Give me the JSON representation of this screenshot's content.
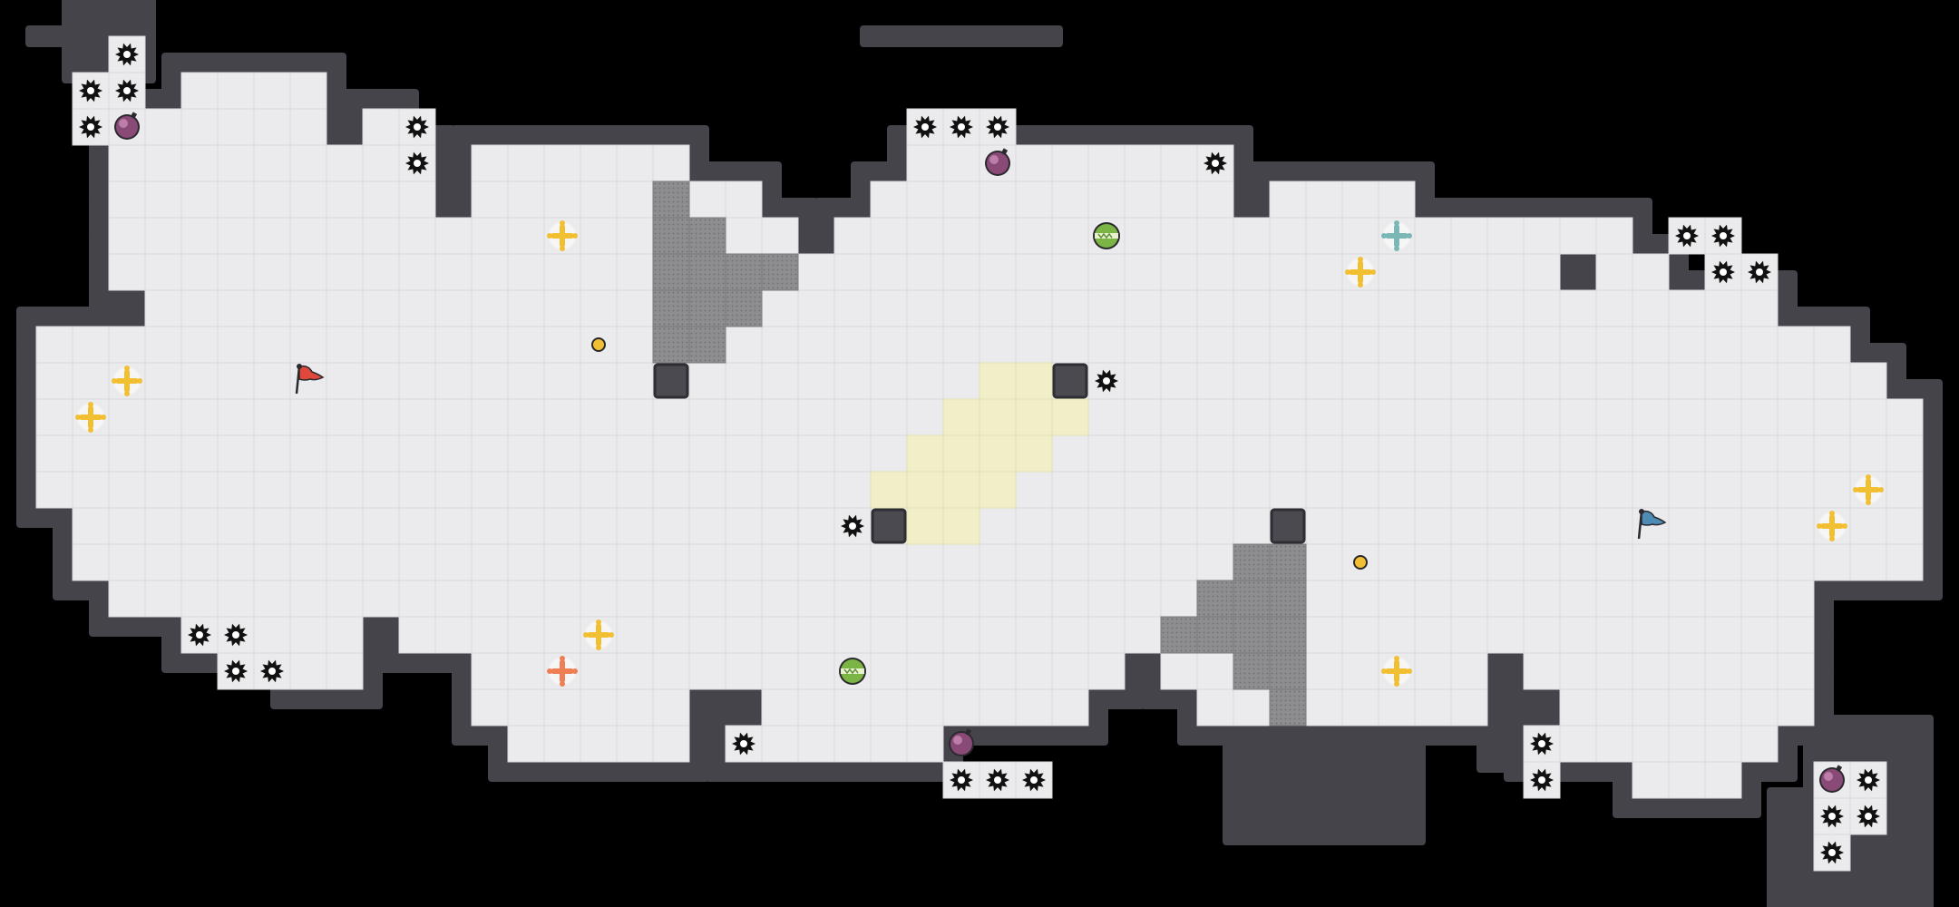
{
  "game": {
    "map_name": "",
    "grid": {
      "cols": 54,
      "rows": 25
    },
    "colors": {
      "background": "#000000",
      "wall": "#44444a",
      "wall_edge": "#5c5c63",
      "floor": "#ebebed",
      "floor_line": "#d9d9dd",
      "rough": "#8e8e90",
      "rough_dot": "#747476",
      "sand": "#f0efc8",
      "sand_line": "#e3e1b3",
      "block": "#4a4a50",
      "red_team": "#e0483c",
      "blue_team": "#4e8bb5",
      "boost": "#f2be32",
      "red_boost": "#f07e55",
      "blue_boost": "#7ab7b5",
      "bomb": "#8a4a78",
      "powerup": "#7ab545",
      "spike": "#111111"
    },
    "flags": [
      {
        "team": "red",
        "row": 10,
        "col": 8
      },
      {
        "team": "blue",
        "row": 14,
        "col": 45
      }
    ],
    "boosts": [
      {
        "team": "neutral",
        "row": 6,
        "col": 15
      },
      {
        "team": "neutral",
        "row": 10,
        "col": 3
      },
      {
        "team": "neutral",
        "row": 11,
        "col": 2
      },
      {
        "team": "neutral",
        "row": 17,
        "col": 16
      },
      {
        "team": "red",
        "row": 18,
        "col": 15
      },
      {
        "team": "blue",
        "row": 6,
        "col": 38
      },
      {
        "team": "neutral",
        "row": 7,
        "col": 37
      },
      {
        "team": "neutral",
        "row": 13,
        "col": 51
      },
      {
        "team": "neutral",
        "row": 14,
        "col": 50
      },
      {
        "team": "neutral",
        "row": 18,
        "col": 38
      }
    ],
    "bombs": [
      {
        "row": 3,
        "col": 3
      },
      {
        "row": 4,
        "col": 27
      },
      {
        "row": 20,
        "col": 26
      },
      {
        "row": 21,
        "col": 50
      }
    ],
    "powerups": [
      {
        "row": 6,
        "col": 30
      },
      {
        "row": 18,
        "col": 23
      }
    ],
    "small_dots": [
      {
        "row": 9,
        "col": 16
      },
      {
        "row": 15,
        "col": 37
      }
    ],
    "blocks": [
      {
        "row": 10,
        "col": 18
      },
      {
        "row": 10,
        "col": 29
      },
      {
        "row": 14,
        "col": 24
      },
      {
        "row": 14,
        "col": 35
      }
    ],
    "spikes": [
      [
        1,
        3
      ],
      [
        2,
        2
      ],
      [
        2,
        3
      ],
      [
        3,
        2
      ],
      [
        3,
        11
      ],
      [
        4,
        11
      ],
      [
        3,
        25
      ],
      [
        3,
        26
      ],
      [
        3,
        27
      ],
      [
        4,
        33
      ],
      [
        6,
        46
      ],
      [
        6,
        47
      ],
      [
        7,
        47
      ],
      [
        7,
        48
      ],
      [
        10,
        30
      ],
      [
        14,
        23
      ],
      [
        17,
        5
      ],
      [
        17,
        6
      ],
      [
        18,
        6
      ],
      [
        18,
        7
      ],
      [
        20,
        20
      ],
      [
        21,
        26
      ],
      [
        21,
        27
      ],
      [
        21,
        28
      ],
      [
        20,
        42
      ],
      [
        21,
        42
      ],
      [
        21,
        51
      ],
      [
        22,
        50
      ],
      [
        22,
        51
      ],
      [
        23,
        50
      ]
    ]
  }
}
